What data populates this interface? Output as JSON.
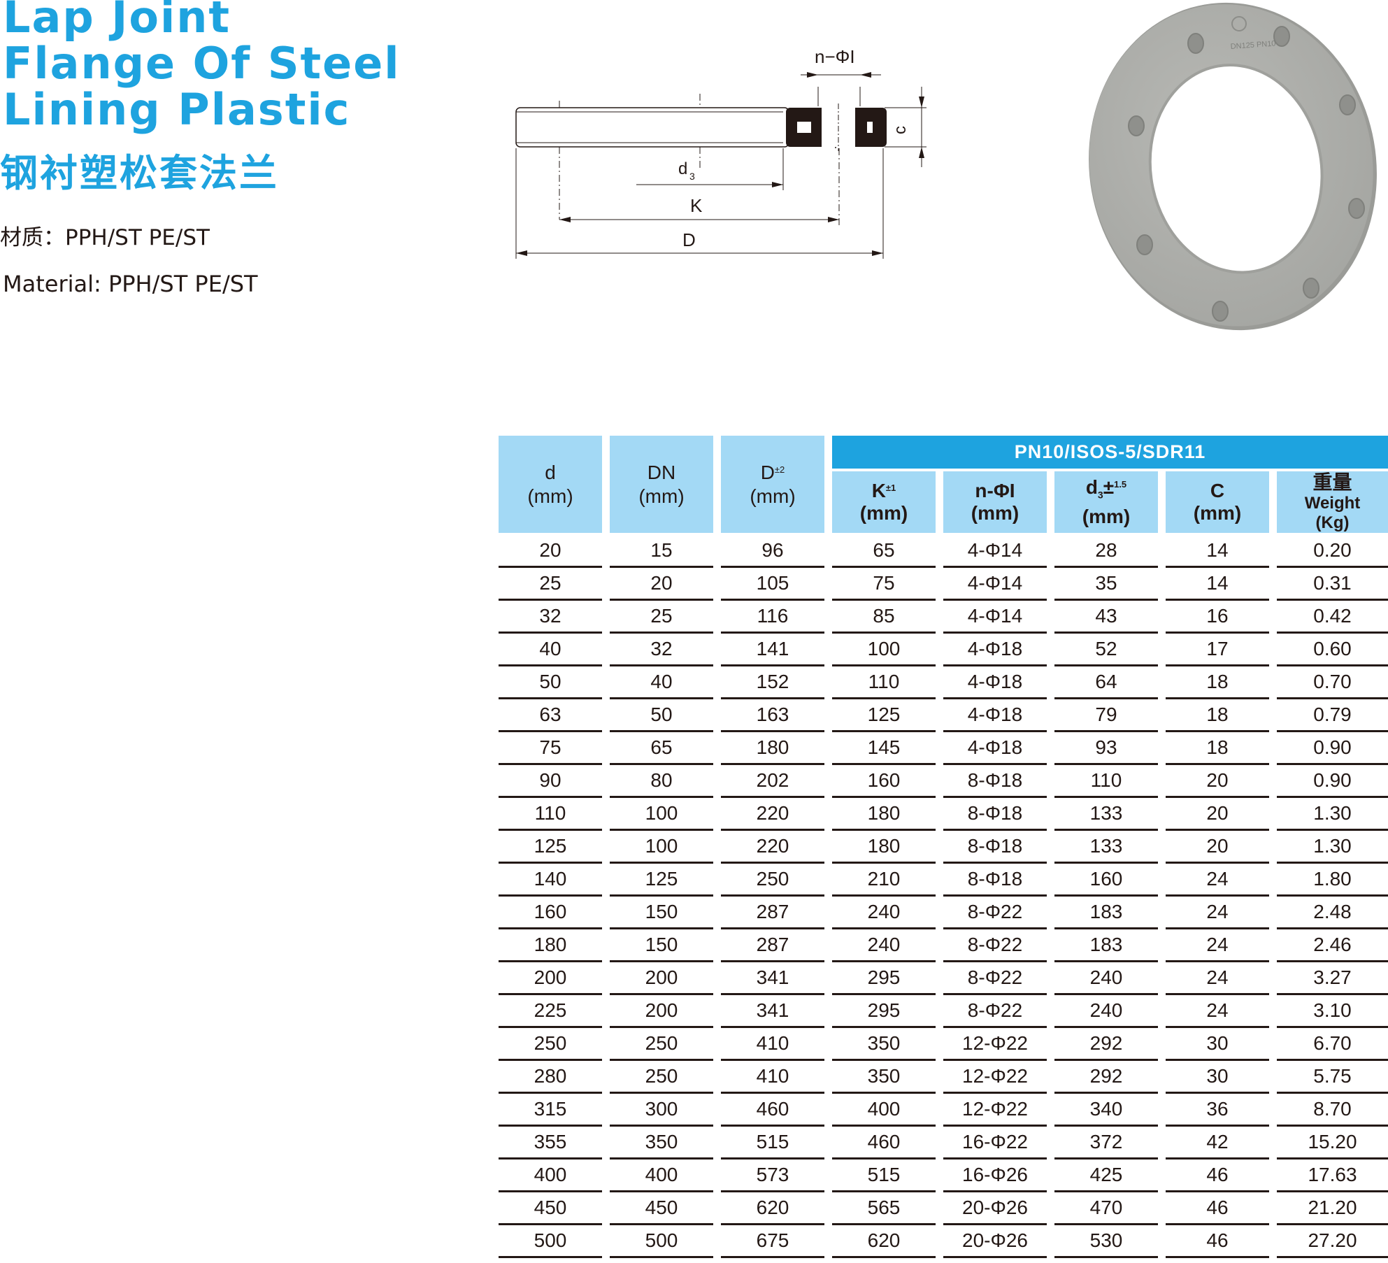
{
  "title": {
    "line1": "Lap Joint",
    "line2": "Flange Of Steel",
    "line3": "Lining Plastic",
    "cn": "钢衬塑松套法兰"
  },
  "material": {
    "cn": "材质：PPH/ST PE/ST",
    "en": "Material: PPH/ST  PE/ST"
  },
  "drawing": {
    "label_nphi": "n−ΦI",
    "label_d3": "d",
    "label_d3_sub": "3",
    "label_k": "K",
    "label_d": "D",
    "label_c": "c"
  },
  "photo": {
    "marking": "DN125 PN10"
  },
  "colors": {
    "accent": "#1ea3df",
    "header_fill": "#a3d9f5",
    "text": "#231815"
  },
  "table": {
    "group_header": "PN10/ISOS-5/SDR11",
    "headers": {
      "d": {
        "name": "d",
        "unit": "(mm)"
      },
      "dn": {
        "name": "DN",
        "unit": "(mm)"
      },
      "D": {
        "name": "D",
        "sup": "±2",
        "unit": "(mm)"
      },
      "K": {
        "name": "K",
        "sup": "±1",
        "unit": "(mm)"
      },
      "n": {
        "name": "n-ΦI",
        "unit": "(mm)"
      },
      "d3": {
        "name": "d",
        "sub": "3",
        "pm": "±",
        "sup": "1.5",
        "unit": "(mm)"
      },
      "C": {
        "name": "C",
        "unit": "(mm)"
      },
      "W": {
        "cn": "重量",
        "en": "Weight",
        "unit": "(Kg)"
      }
    },
    "rows": [
      [
        "20",
        "15",
        "96",
        "65",
        "4-Φ14",
        "28",
        "14",
        "0.20"
      ],
      [
        "25",
        "20",
        "105",
        "75",
        "4-Φ14",
        "35",
        "14",
        "0.31"
      ],
      [
        "32",
        "25",
        "116",
        "85",
        "4-Φ14",
        "43",
        "16",
        "0.42"
      ],
      [
        "40",
        "32",
        "141",
        "100",
        "4-Φ18",
        "52",
        "17",
        "0.60"
      ],
      [
        "50",
        "40",
        "152",
        "110",
        "4-Φ18",
        "64",
        "18",
        "0.70"
      ],
      [
        "63",
        "50",
        "163",
        "125",
        "4-Φ18",
        "79",
        "18",
        "0.79"
      ],
      [
        "75",
        "65",
        "180",
        "145",
        "4-Φ18",
        "93",
        "18",
        "0.90"
      ],
      [
        "90",
        "80",
        "202",
        "160",
        "8-Φ18",
        "110",
        "20",
        "0.90"
      ],
      [
        "110",
        "100",
        "220",
        "180",
        "8-Φ18",
        "133",
        "20",
        "1.30"
      ],
      [
        "125",
        "100",
        "220",
        "180",
        "8-Φ18",
        "133",
        "20",
        "1.30"
      ],
      [
        "140",
        "125",
        "250",
        "210",
        "8-Φ18",
        "160",
        "24",
        "1.80"
      ],
      [
        "160",
        "150",
        "287",
        "240",
        "8-Φ22",
        "183",
        "24",
        "2.48"
      ],
      [
        "180",
        "150",
        "287",
        "240",
        "8-Φ22",
        "183",
        "24",
        "2.46"
      ],
      [
        "200",
        "200",
        "341",
        "295",
        "8-Φ22",
        "240",
        "24",
        "3.27"
      ],
      [
        "225",
        "200",
        "341",
        "295",
        "8-Φ22",
        "240",
        "24",
        "3.10"
      ],
      [
        "250",
        "250",
        "410",
        "350",
        "12-Φ22",
        "292",
        "30",
        "6.70"
      ],
      [
        "280",
        "250",
        "410",
        "350",
        "12-Φ22",
        "292",
        "30",
        "5.75"
      ],
      [
        "315",
        "300",
        "460",
        "400",
        "12-Φ22",
        "340",
        "36",
        "8.70"
      ],
      [
        "355",
        "350",
        "515",
        "460",
        "16-Φ22",
        "372",
        "42",
        "15.20"
      ],
      [
        "400",
        "400",
        "573",
        "515",
        "16-Φ26",
        "425",
        "46",
        "17.63"
      ],
      [
        "450",
        "450",
        "620",
        "565",
        "20-Φ26",
        "470",
        "46",
        "21.20"
      ],
      [
        "500",
        "500",
        "675",
        "620",
        "20-Φ26",
        "530",
        "46",
        "27.20"
      ]
    ]
  }
}
